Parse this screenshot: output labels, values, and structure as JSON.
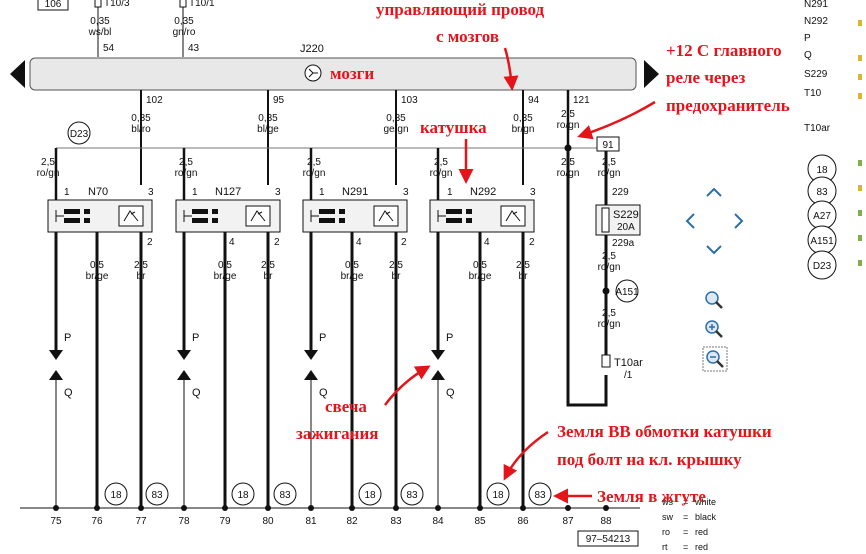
{
  "header": {
    "box_ref": "106",
    "top_left_terminal": "T10/3",
    "top_right_terminal": "T10/1",
    "w1": {
      "size": "0,35",
      "color": "ws/bl",
      "pin": "54"
    },
    "w2": {
      "size": "0,35",
      "color": "gn/ro",
      "pin": "43"
    }
  },
  "ecu": {
    "id": "J220",
    "label": "мозги"
  },
  "ecu_pins": [
    {
      "pin": "102",
      "size": "0,35",
      "color": "bl/ro"
    },
    {
      "pin": "95",
      "size": "0,35",
      "color": "bl/ge"
    },
    {
      "pin": "103",
      "size": "0,35",
      "color": "ge/gn"
    },
    {
      "pin": "94",
      "size": "0,35",
      "color": "br/gn"
    },
    {
      "pin": "121",
      "size": "2,5",
      "color": "ro/gn"
    }
  ],
  "ground_ref": "D23",
  "coils": [
    {
      "name": "N70",
      "pin1": "1",
      "pin3": "3",
      "pin4": "",
      "pin2": "2",
      "wire_a_size": "0,5",
      "wire_a_color": "br/ge",
      "wire_b_size": "2,5",
      "wire_b_color": "br"
    },
    {
      "name": "N127",
      "pin1": "1",
      "pin3": "3",
      "pin4": "4",
      "pin2": "2",
      "wire_a_size": "0,5",
      "wire_a_color": "br/ge",
      "wire_b_size": "2,5",
      "wire_b_color": "br"
    },
    {
      "name": "N291",
      "pin1": "1",
      "pin3": "3",
      "pin4": "4",
      "pin2": "2",
      "wire_a_size": "0,5",
      "wire_a_color": "br/ge",
      "wire_b_size": "2,5",
      "wire_b_color": "br"
    },
    {
      "name": "N292",
      "pin1": "1",
      "pin3": "3",
      "pin4": "4",
      "pin2": "2",
      "wire_a_size": "0,5",
      "wire_a_color": "br/ge",
      "wire_b_size": "2,5",
      "wire_b_color": "br"
    }
  ],
  "supply_wire": {
    "size": "2,5",
    "color": "ro/gn"
  },
  "fuse": {
    "ref": "91",
    "pin_top": "229",
    "name": "S229",
    "rating": "20A",
    "pin_bottom": "229a",
    "connector": "A151",
    "terminal": "T10ar",
    "terminal_pin": "/1"
  },
  "plug_labels": [
    "P",
    "Q"
  ],
  "ground_badges": [
    "18",
    "83"
  ],
  "bottom_numbers": [
    "75",
    "76",
    "77",
    "78",
    "79",
    "80",
    "81",
    "82",
    "83",
    "84",
    "85",
    "86",
    "87",
    "88"
  ],
  "doc_ref": "97–54213",
  "legend": [
    {
      "code": "ws",
      "eq": "=",
      "meaning": "white"
    },
    {
      "code": "sw",
      "eq": "=",
      "meaning": "black"
    },
    {
      "code": "ro",
      "eq": "=",
      "meaning": "red"
    },
    {
      "code": "rt",
      "eq": "=",
      "meaning": "red"
    }
  ],
  "side_list": [
    "N291",
    "N292",
    "P",
    "Q",
    "S229",
    "T10",
    "T10ar"
  ],
  "side_badges": [
    "18",
    "83",
    "A27",
    "A151",
    "D23"
  ],
  "annotations": {
    "control_wire_1": "управляющий провод",
    "control_wire_2": "с мозгов",
    "plus12_1": "+12 С главного",
    "plus12_2": "реле через",
    "plus12_3": "предохранитель",
    "coil": "катушка",
    "spark_1": "свеча",
    "spark_2": "зажигания",
    "ground_hv_1": "Земля ВВ обмотки катушки",
    "ground_hv_2": "под болт на кл. крышку",
    "ground_harness": "Земля в жгуте"
  },
  "colors": {
    "accent": "#e4141b",
    "wire": "#111111",
    "bar": "#e8e8e8",
    "component": "#f2f2f2"
  }
}
